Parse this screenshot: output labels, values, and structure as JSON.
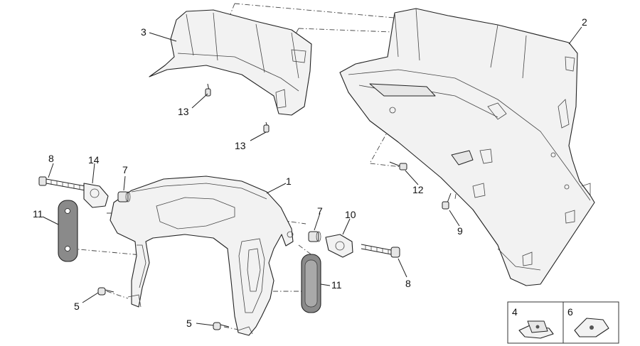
{
  "callouts": {
    "c1": "1",
    "c2": "2",
    "c3": "3",
    "c4": "4",
    "c5a": "5",
    "c5b": "5",
    "c6": "6",
    "c7a": "7",
    "c7b": "7",
    "c8a": "8",
    "c8b": "8",
    "c9": "9",
    "c10": "10",
    "c11a": "11",
    "c11b": "11",
    "c12": "12",
    "c13a": "13",
    "c13b": "13",
    "c14": "14"
  }
}
